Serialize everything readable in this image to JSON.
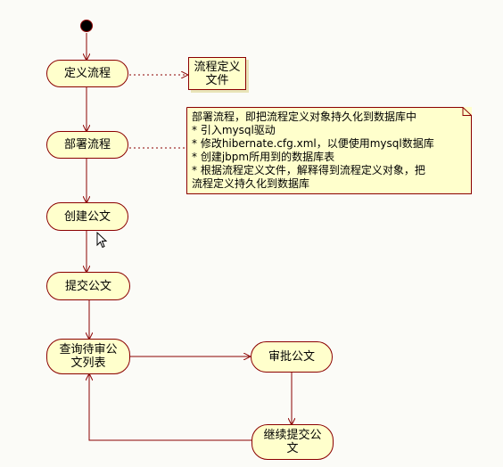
{
  "diagram": {
    "activities": {
      "define_process": "定义流程",
      "deploy_process": "部署流程",
      "create_document": "创建公文",
      "submit_document": "提交公文",
      "query_pending_line1": "查询待审公",
      "query_pending_line2": "文列表",
      "approve_document": "审批公文",
      "continue_submit_line1": "继续提交公",
      "continue_submit_line2": "文"
    },
    "artifact": {
      "line1": "流程定义",
      "line2": "文件"
    },
    "note": {
      "lines": [
        "部署流程，即把流程定义对象持久化到数据库中",
        "* 引入mysql驱动",
        "* 修改hibernate.cfg.xml，以便使用mysql数据库",
        "* 创建jbpm所用到的数据库表",
        "* 根据流程定义文件，解释得到流程定义对象，把",
        "流程定义持久化到数据库"
      ]
    },
    "colors": {
      "node_fill": "#ffffcc",
      "node_border": "#8b0000",
      "edge": "#8b0000",
      "background": "#fbfbf7"
    },
    "icons": [
      "start-node",
      "mouse-cursor-icon"
    ]
  }
}
